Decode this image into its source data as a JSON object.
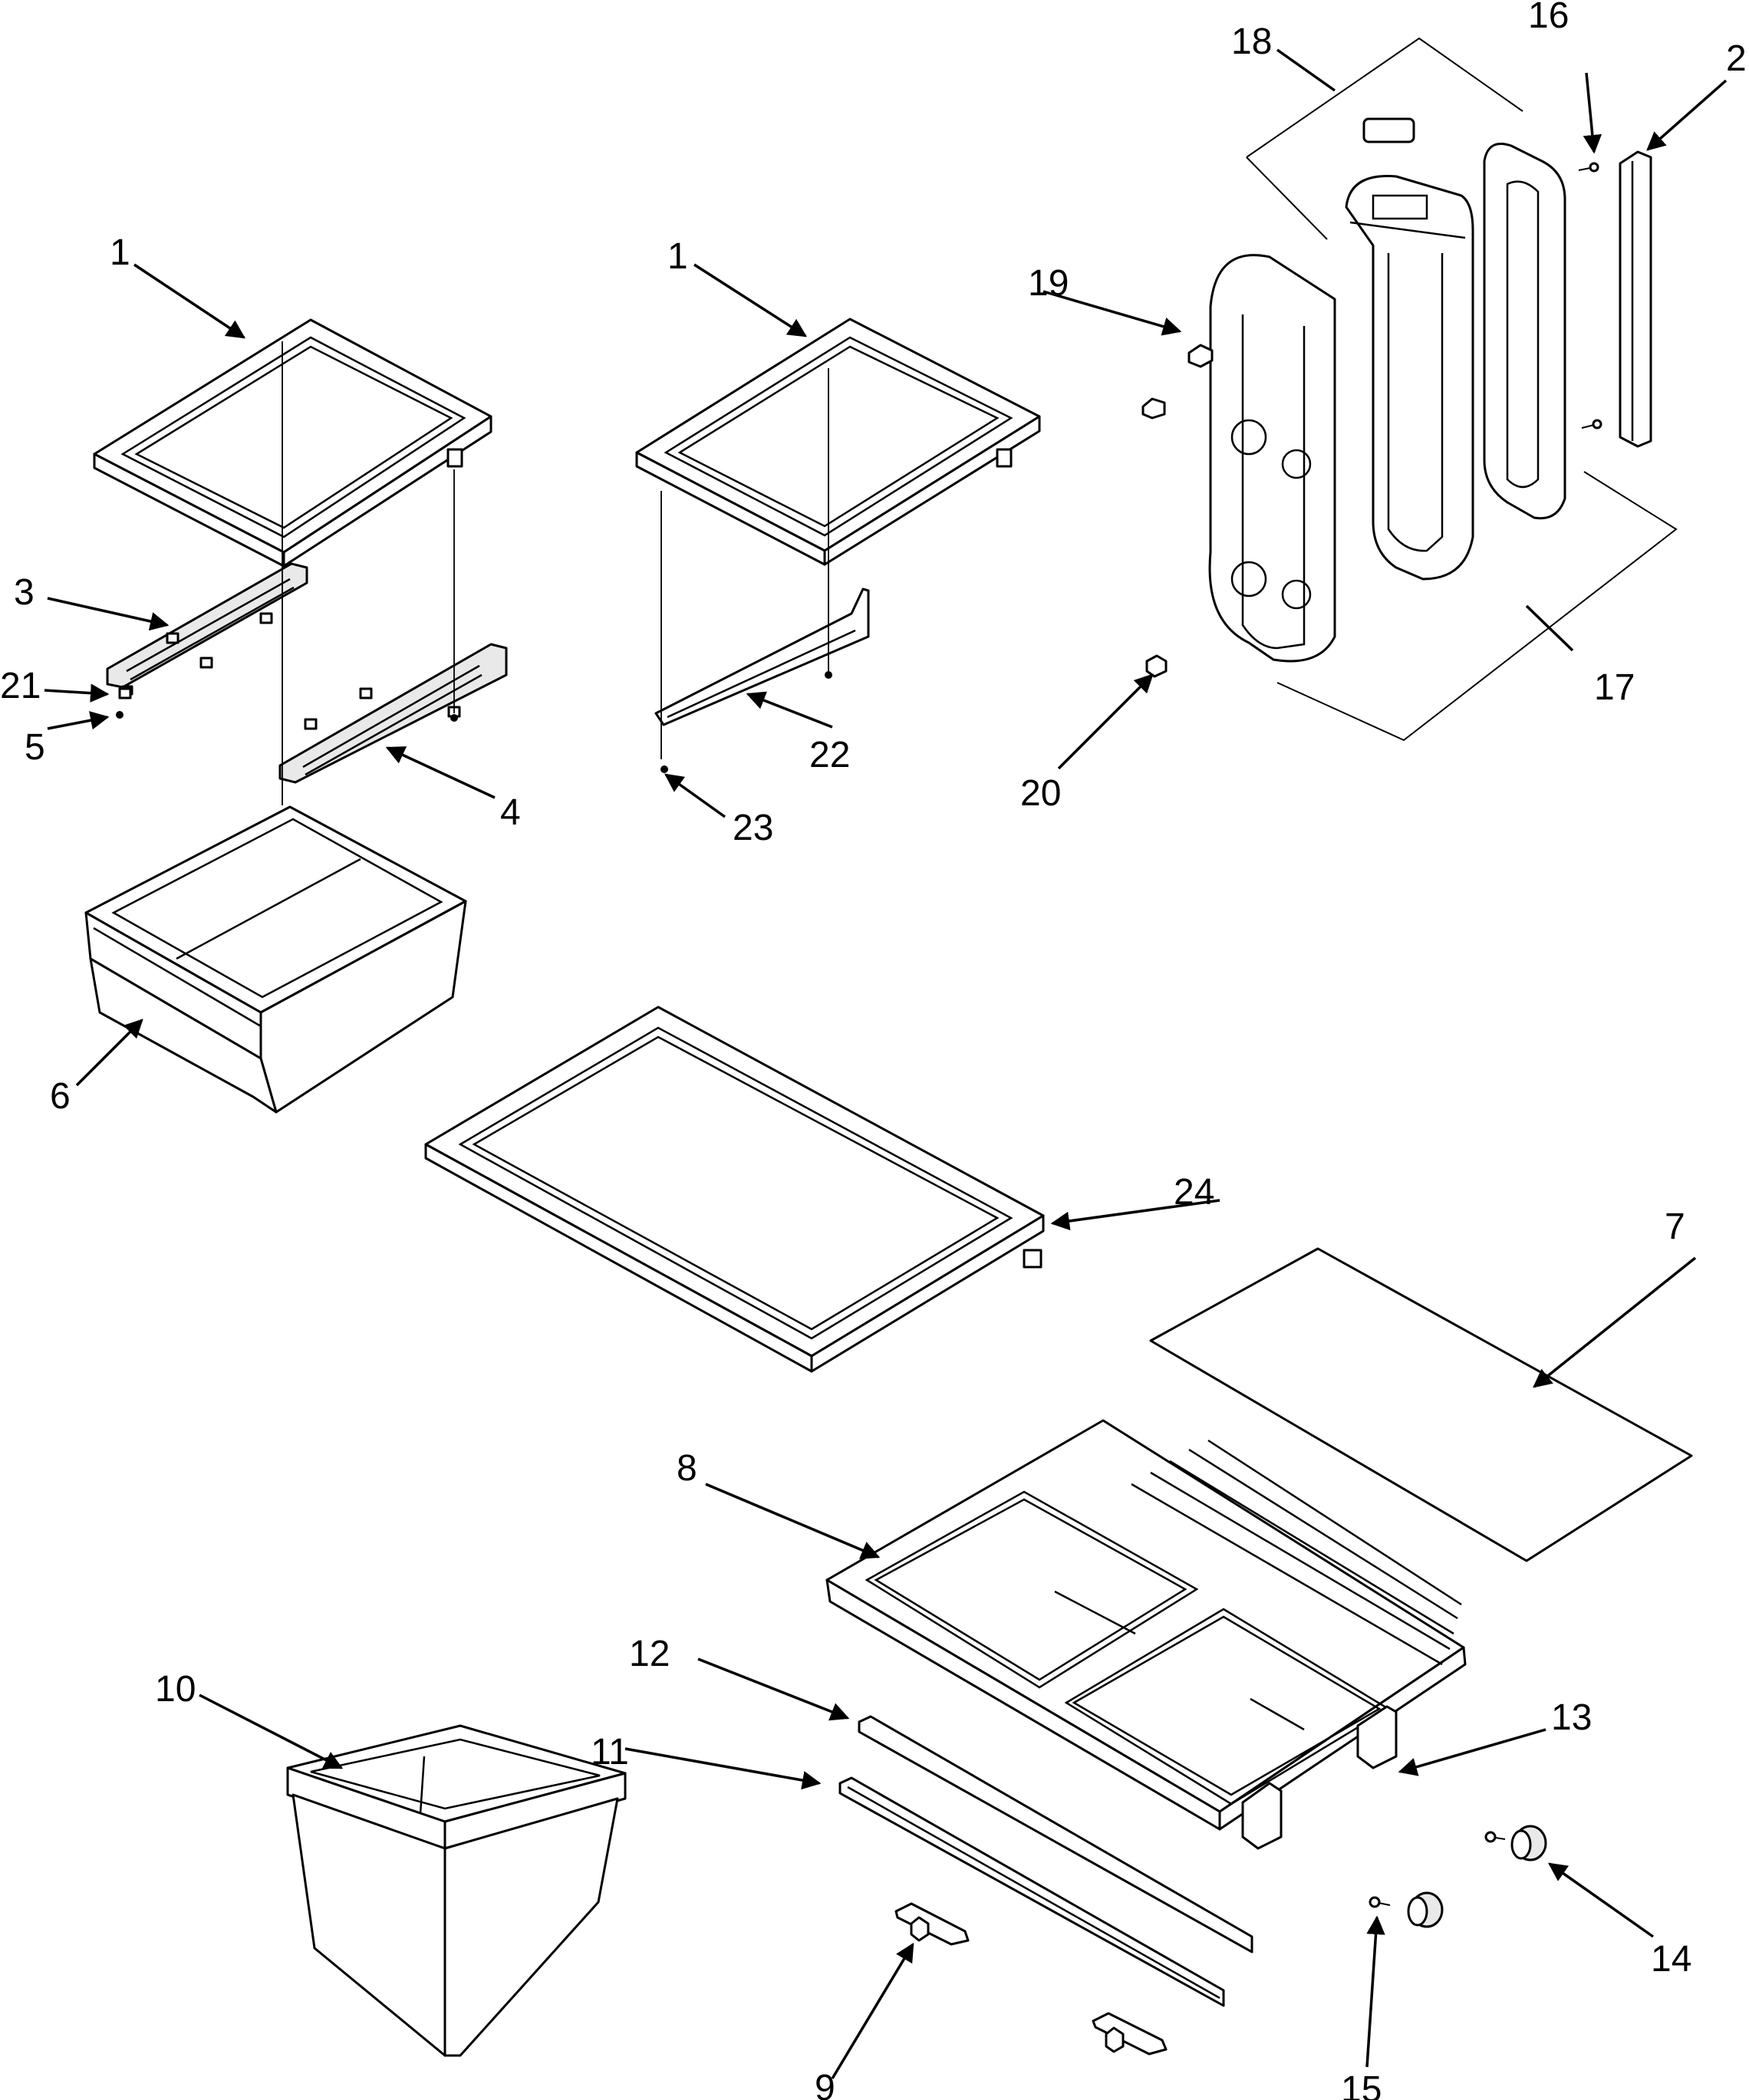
{
  "callouts": [
    {
      "id": "c1a",
      "label": "1"
    },
    {
      "id": "c1b",
      "label": "1"
    },
    {
      "id": "c2",
      "label": "2"
    },
    {
      "id": "c3",
      "label": "3"
    },
    {
      "id": "c4",
      "label": "4"
    },
    {
      "id": "c5",
      "label": "5"
    },
    {
      "id": "c6",
      "label": "6"
    },
    {
      "id": "c7",
      "label": "7"
    },
    {
      "id": "c8",
      "label": "8"
    },
    {
      "id": "c9",
      "label": "9"
    },
    {
      "id": "c10",
      "label": "10"
    },
    {
      "id": "c11",
      "label": "11"
    },
    {
      "id": "c12",
      "label": "12"
    },
    {
      "id": "c13",
      "label": "13"
    },
    {
      "id": "c14",
      "label": "14"
    },
    {
      "id": "c15",
      "label": "15"
    },
    {
      "id": "c16",
      "label": "16"
    },
    {
      "id": "c17",
      "label": "17"
    },
    {
      "id": "c18",
      "label": "18"
    },
    {
      "id": "c19",
      "label": "19"
    },
    {
      "id": "c20",
      "label": "20"
    },
    {
      "id": "c21",
      "label": "21"
    },
    {
      "id": "c22",
      "label": "22"
    },
    {
      "id": "c23",
      "label": "23"
    },
    {
      "id": "c24",
      "label": "24"
    }
  ],
  "colors": {
    "line": "#000000",
    "background": "#ffffff",
    "shade": "#e9e9e9"
  }
}
